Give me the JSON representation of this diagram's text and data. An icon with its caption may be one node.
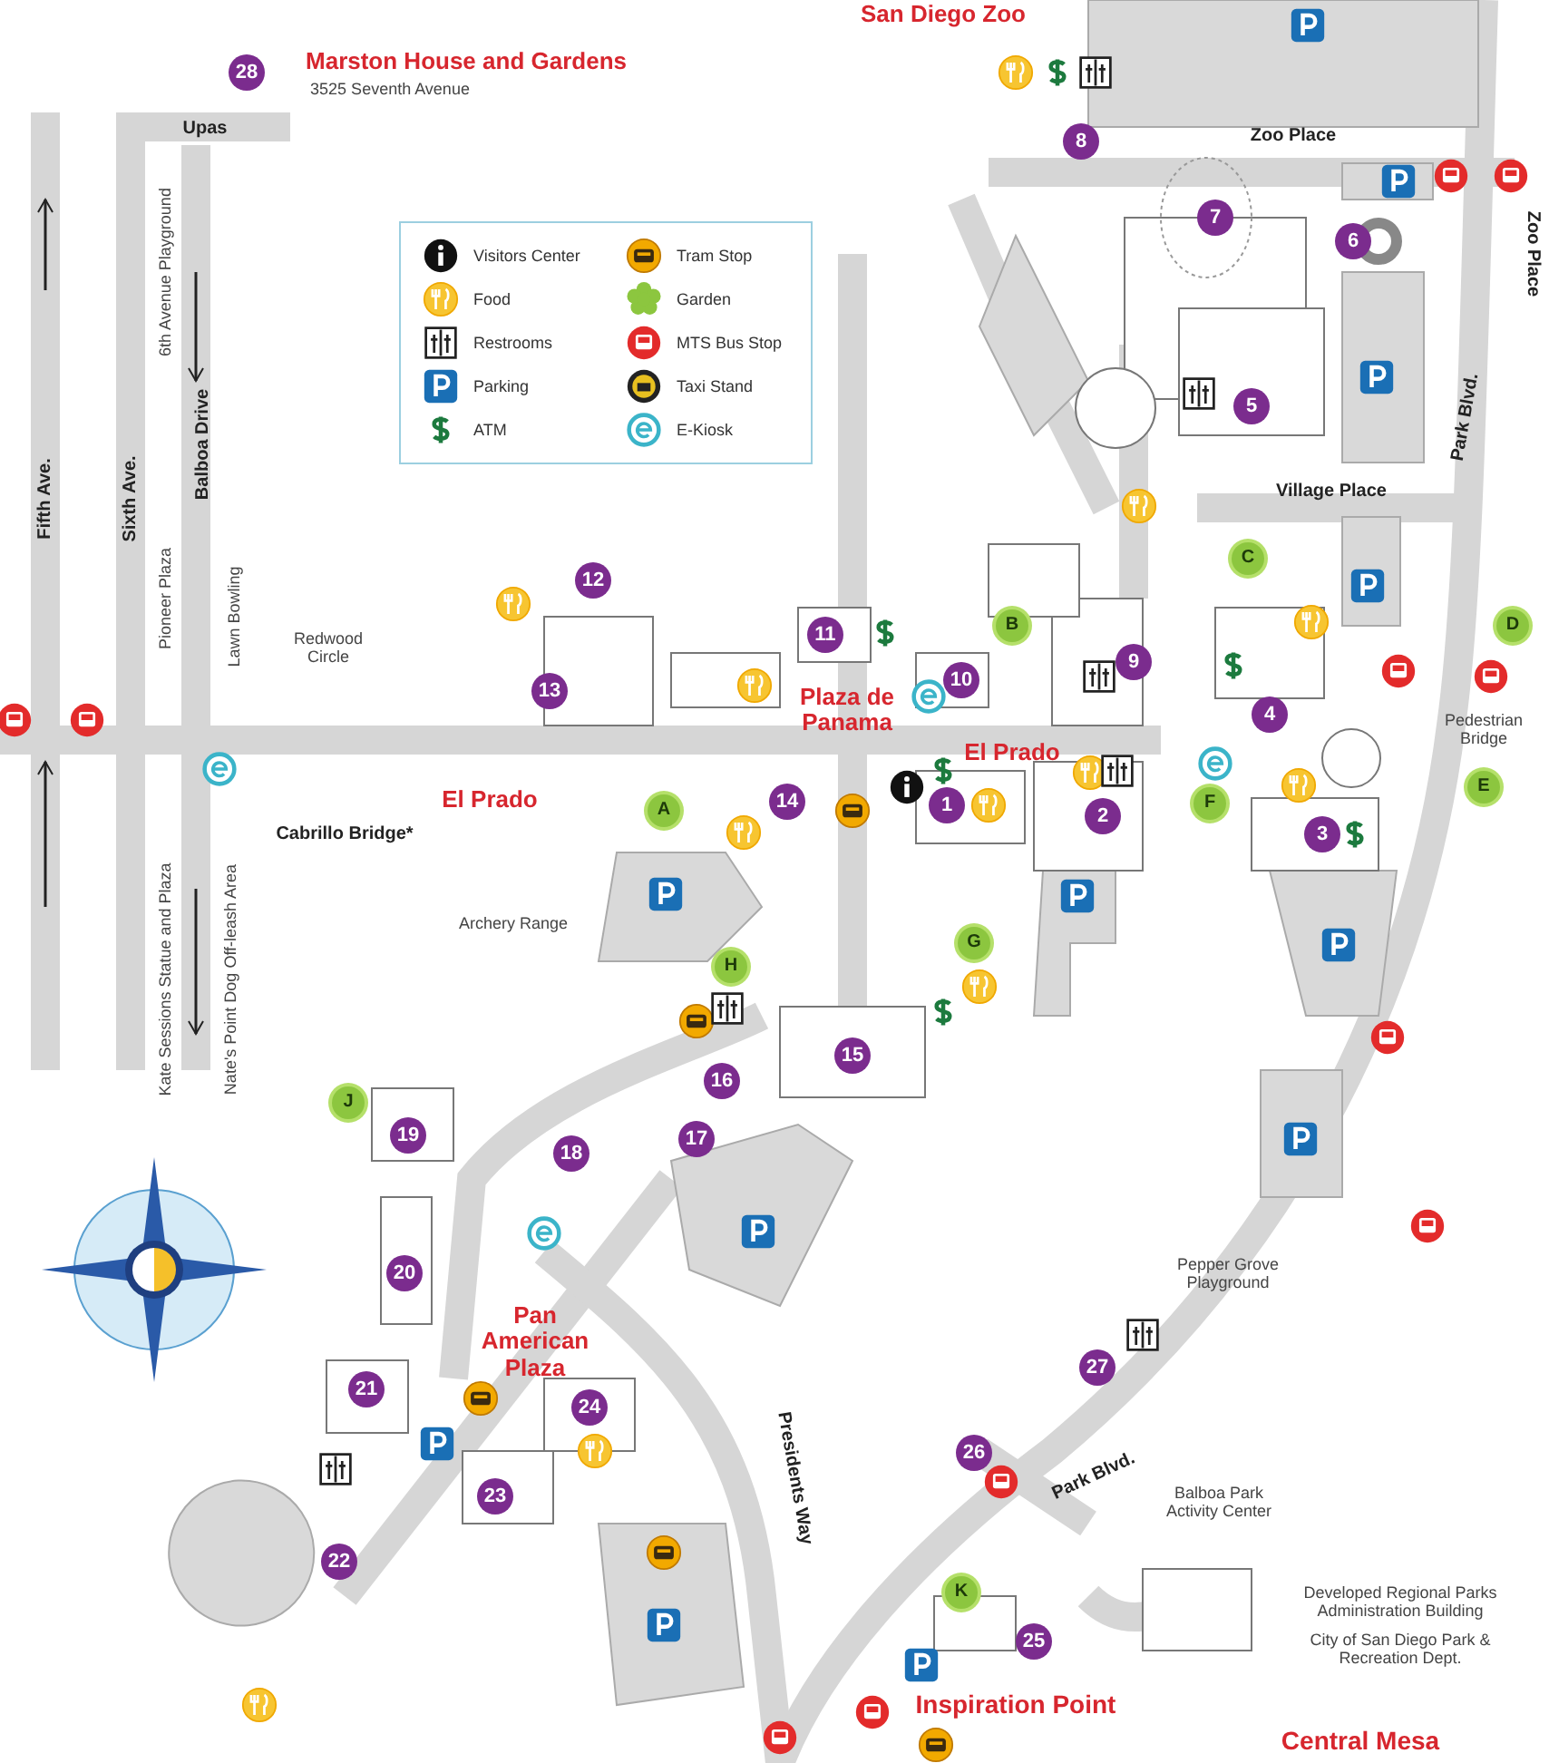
{
  "diagram": {
    "labels": [
      "San Diego Zoo",
      "Marston House and Gardens",
      "3525 Seventh Avenue",
      "28",
      "Upas",
      "8",
      "Zoo Place",
      "Zoo Place",
      "6th Avenue Playground",
      "Balboa Drive",
      "Fifth Ave.",
      "Sixth Ave.",
      "7",
      "6",
      "Park Blvd.",
      "5",
      "Village Place",
      "C",
      "12",
      "11",
      "B",
      "D",
      "Pioneer Plaza",
      "Lawn Bowling",
      "Redwood Circle",
      "9",
      "10",
      "4",
      "13",
      "Plaza de Panama",
      "Pedestrian Bridge",
      "El Prado",
      "E",
      "Cabrillo Bridge*",
      "El Prado",
      "A",
      "14",
      "1",
      "2",
      "F",
      "3",
      "Kate Sessions Statue and Plaza",
      "Nate's Point Dog Off-leash Area",
      "Archery Range",
      "G",
      "H",
      "15",
      "16",
      "J",
      "19",
      "18",
      "17",
      "20",
      "Pepper Grove Playground",
      "Pan American Plaza",
      "27",
      "21",
      "24",
      "Presidents Way",
      "26",
      "Park Blvd.",
      "Balboa Park Activity Center",
      "23",
      "22",
      "Developed Regional Parks Administration Building",
      "City of San Diego Park & Recreation Dept.",
      "K",
      "25",
      "Inspiration Point",
      "Central Mesa"
    ],
    "legend": [
      {
        "text": "Visitors Center"
      },
      {
        "text": "Tram Stop"
      },
      {
        "text": "Food"
      },
      {
        "text": "Garden"
      },
      {
        "text": "Restrooms"
      },
      {
        "text": "MTS Bus Stop"
      },
      {
        "text": "Parking"
      },
      {
        "text": "Taxi Stand"
      },
      {
        "text": "ATM"
      },
      {
        "text": "E-Kiosk"
      }
    ]
  }
}
